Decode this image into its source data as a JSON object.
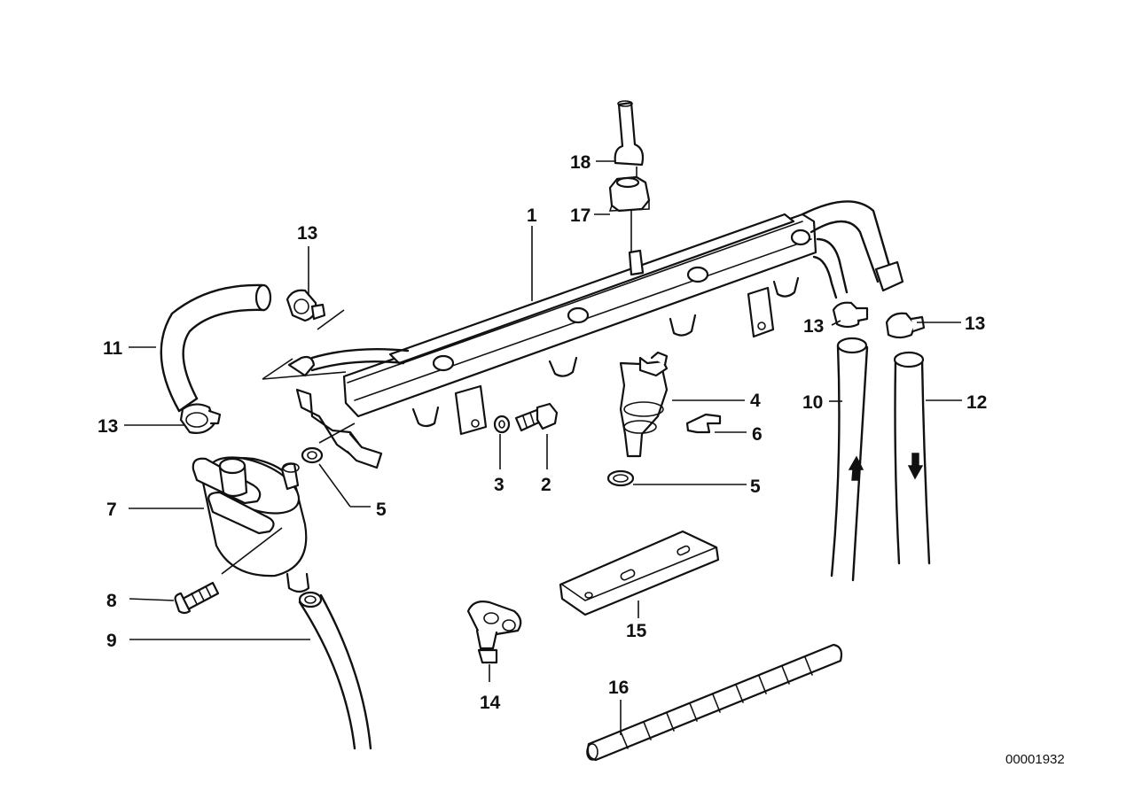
{
  "callouts": {
    "c1": "1",
    "c2": "2",
    "c3": "3",
    "c4": "4",
    "c5a": "5",
    "c5b": "5",
    "c6": "6",
    "c7": "7",
    "c8": "8",
    "c9": "9",
    "c10": "10",
    "c11": "11",
    "c12": "12",
    "c13a": "13",
    "c13b": "13",
    "c13c": "13",
    "c13d": "13",
    "c14": "14",
    "c15": "15",
    "c16": "16",
    "c17": "17",
    "c18": "18"
  },
  "catalog_number": "00001932",
  "flow_arrows": {
    "return_direction": "up",
    "supply_direction": "down"
  }
}
